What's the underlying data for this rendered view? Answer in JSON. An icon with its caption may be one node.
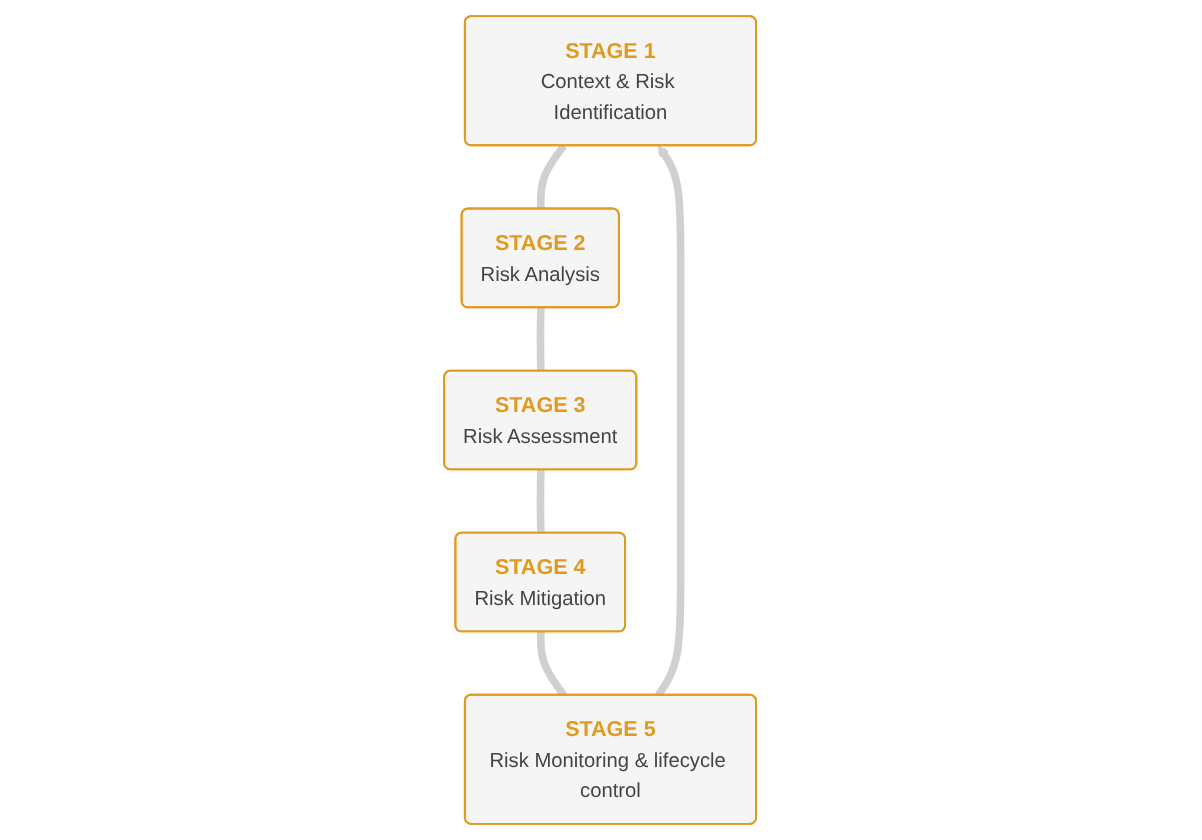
{
  "diagram": {
    "nodes": [
      {
        "text": [
          "STAGE 1",
          "Context & Risk Identification"
        ]
      },
      {
        "text": [
          "STAGE 2",
          "Risk Analysis"
        ]
      },
      {
        "text": [
          "STAGE 3",
          "Risk Assessment"
        ]
      },
      {
        "text": [
          "STAGE 4",
          "Risk Mitigation"
        ]
      },
      {
        "text": [
          "STAGE 5",
          "Risk Monitoring & lifecycle control"
        ]
      }
    ],
    "edges": [
      {
        "from": 0,
        "to": 1,
        "arrow": "none"
      },
      {
        "from": 1,
        "to": 2,
        "arrow": "none"
      },
      {
        "from": 2,
        "to": 3,
        "arrow": "none"
      },
      {
        "from": 3,
        "to": 4,
        "arrow": "none"
      },
      {
        "from": 4,
        "to": 0,
        "arrow": "to"
      }
    ]
  }
}
